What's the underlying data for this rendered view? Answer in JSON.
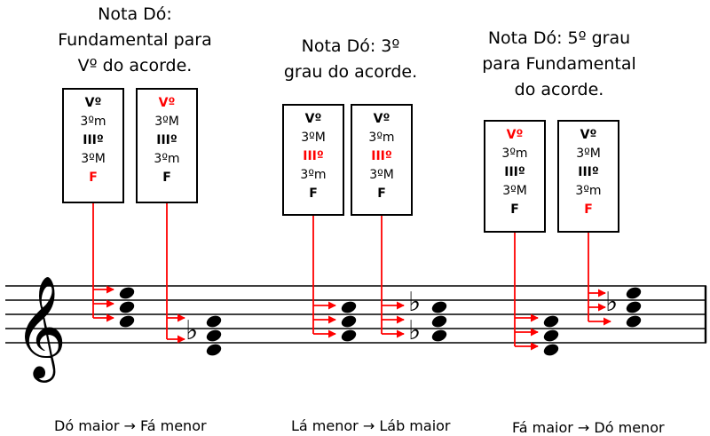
{
  "titles": [
    {
      "lines": [
        "Nota Dó:",
        "Fundamental para",
        "Vº do acorde."
      ]
    },
    {
      "lines": [
        "Nota Dó: 3º",
        "grau do acorde."
      ]
    },
    {
      "lines": [
        "Nota Dó: 5º grau",
        "para Fundamental",
        "do acorde."
      ]
    }
  ],
  "boxes": [
    {
      "rows": [
        "Vº",
        "3ºm",
        "IIIº",
        "3ºM",
        "F"
      ]
    },
    {
      "rows": [
        "Vº",
        "3ºM",
        "IIIº",
        "3ºm",
        "F"
      ]
    },
    {
      "rows": [
        "Vº",
        "3ºM",
        "IIIº",
        "3ºm",
        "F"
      ]
    },
    {
      "rows": [
        "Vº",
        "3ºm",
        "IIIº",
        "3ºM",
        "F"
      ]
    },
    {
      "rows": [
        "Vº",
        "3ºm",
        "IIIº",
        "3ºM",
        "F"
      ]
    },
    {
      "rows": [
        "Vº",
        "3ºM",
        "IIIº",
        "3ºm",
        "F"
      ]
    }
  ],
  "captions": [
    {
      "from": "Dó maior",
      "arrow": "→",
      "to": "Fá menor"
    },
    {
      "from": "Lá menor",
      "arrow": "→",
      "to": "Láb maior"
    },
    {
      "from": "Fá maior",
      "arrow": "→",
      "to": "Dó menor"
    }
  ],
  "colors": {
    "highlight": "#ff0000",
    "ink": "#000000"
  },
  "symbols": {
    "clef": "𝄞",
    "flat": "♭"
  }
}
